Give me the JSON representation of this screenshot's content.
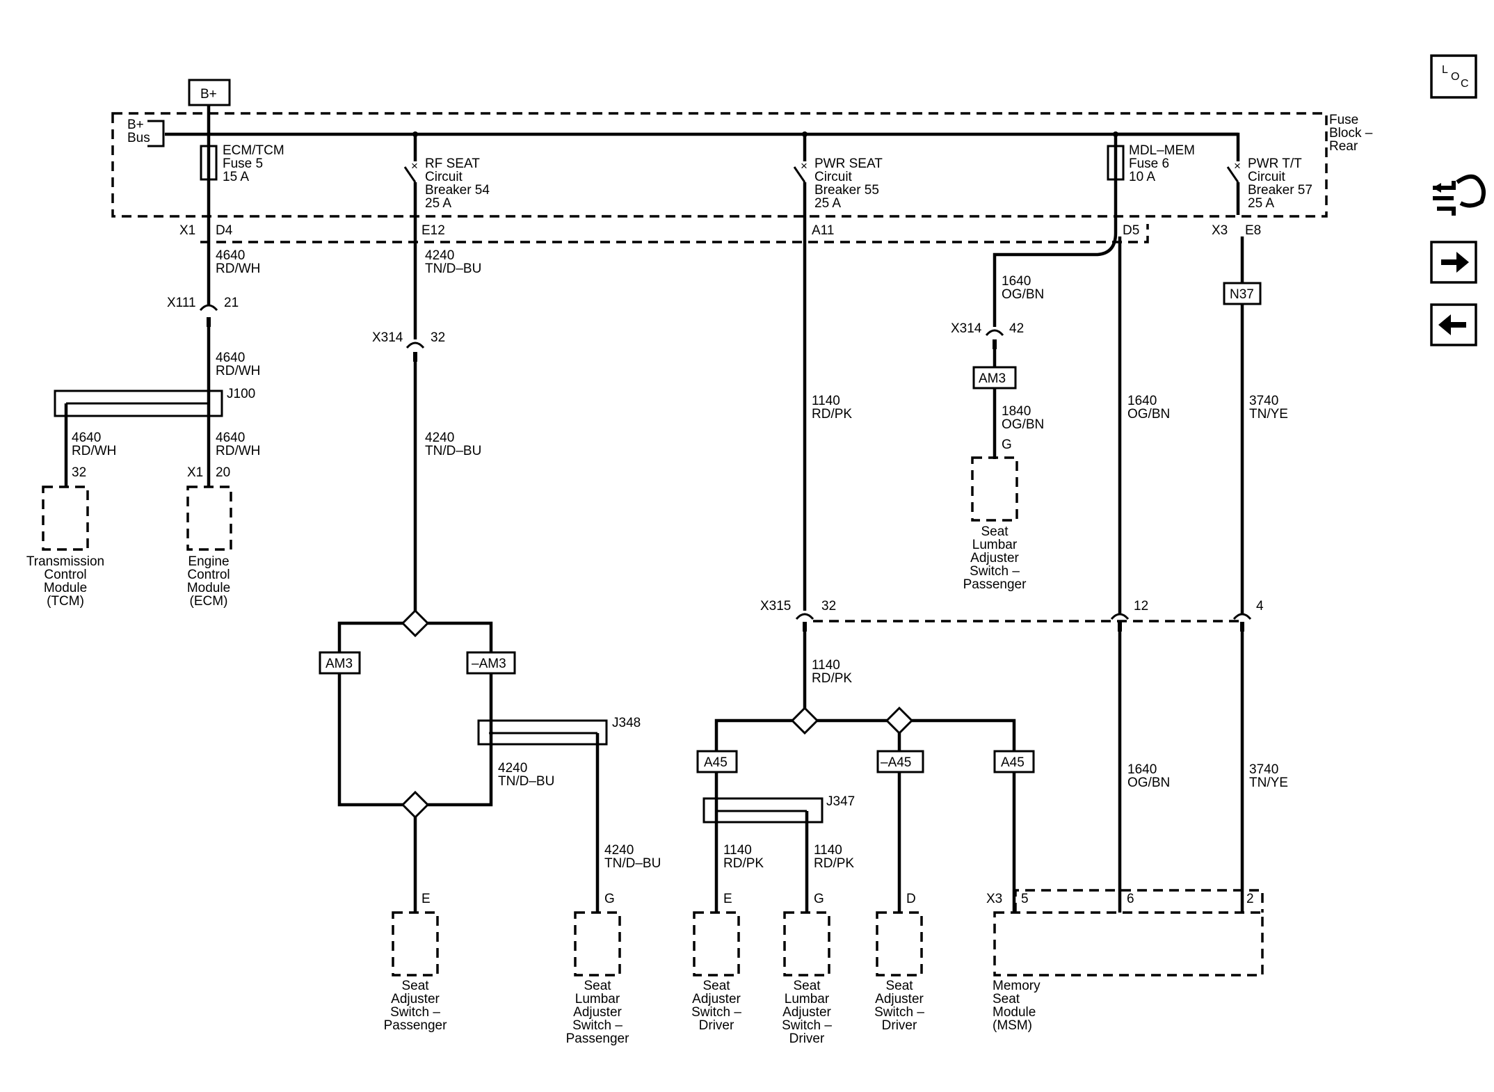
{
  "power": {
    "bplus_label": "B+",
    "bus_label": "B+\nBus"
  },
  "fuse_block": {
    "label": "Fuse\nBlock –\nRear"
  },
  "fuses": [
    {
      "id": "ecm",
      "text": "ECM/TCM\nFuse 5\n15 A"
    },
    {
      "id": "rf",
      "text": "RF SEAT\nCircuit\nBreaker 54\n25 A"
    },
    {
      "id": "pwr",
      "text": "PWR SEAT\nCircuit\nBreaker 55\n25 A"
    },
    {
      "id": "mdl",
      "text": "MDL–MEM\nFuse 6\n10 A"
    },
    {
      "id": "ptt",
      "text": "PWR T/T\nCircuit\nBreaker 57\n25 A"
    }
  ],
  "pins": {
    "x1": "X1",
    "d4": "D4",
    "e12": "E12",
    "a11": "A11",
    "d5": "D5",
    "x3": "X3",
    "e8": "E8",
    "x111": "X111",
    "p21": "21",
    "j100": "J100",
    "x314a": "X314",
    "p32a": "32",
    "x314b": "X314",
    "p42": "42",
    "p32tcm": "32",
    "x1b": "X1",
    "p20": "20",
    "pg_lumbar_pass_top": "G",
    "x315": "X315",
    "p32b": "32",
    "p12": "12",
    "p4": "4",
    "j348": "J348",
    "j347": "J347",
    "pe1": "E",
    "pg1": "G",
    "pe2": "E",
    "pg2": "G",
    "pd": "D",
    "x3b": "X3",
    "p5": "5",
    "p6": "6",
    "p2": "2"
  },
  "wires": {
    "w_d4": "4640\nRD/WH",
    "w_x111": "4640\nRD/WH",
    "w_tcm": "4640\nRD/WH",
    "w_ecm": "4640\nRD/WH",
    "w_e12": "4240\nTN/D–BU",
    "w_rf2": "4240\nTN/D–BU",
    "w_rf3": "4240\nTN/D–BU",
    "w_rf4": "4240\nTN/D–BU",
    "w_d5": "1640\nOG/BN",
    "w_lum": "1840\nOG/BN",
    "w_a11": "1140\nRD/PK",
    "w_a11b": "1140\nRD/PK",
    "w_e_drv": "1140\nRD/PK",
    "w_g_drv": "1140\nRD/PK",
    "w_mdl": "1640\nOG/BN",
    "w_mdl2": "1640\nOG/BN",
    "w_ptt": "3740\nTN/YE",
    "w_ptt2": "3740\nTN/YE"
  },
  "options": {
    "n37": "N37",
    "am3_a": "AM3",
    "am3_b": "AM3",
    "nam3": "–AM3",
    "a45_a": "A45",
    "na45": "–A45",
    "a45_b": "A45"
  },
  "components": [
    {
      "id": "tcm",
      "label": "Transmission\nControl\nModule\n(TCM)"
    },
    {
      "id": "ecm",
      "label": "Engine\nControl\nModule\n(ECM)"
    },
    {
      "id": "lumbar_pass_top",
      "label": "Seat\nLumbar\nAdjuster\nSwitch –\nPassenger"
    },
    {
      "id": "seat_pass",
      "label": "Seat\nAdjuster\nSwitch –\nPassenger"
    },
    {
      "id": "lumbar_pass",
      "label": "Seat\nLumbar\nAdjuster\nSwitch –\nPassenger"
    },
    {
      "id": "seat_drv",
      "label": "Seat\nAdjuster\nSwitch –\nDriver"
    },
    {
      "id": "lumbar_drv",
      "label": "Seat\nLumbar\nAdjuster\nSwitch –\nDriver"
    },
    {
      "id": "seat_drv2",
      "label": "Seat\nAdjuster\nSwitch –\nDriver"
    },
    {
      "id": "msm",
      "label": "Memory\nSeat\nModule\n(MSM)"
    }
  ],
  "nav": {
    "loc": "LOC",
    "icons": [
      "connector-view-icon",
      "arrow-right-icon",
      "arrow-left-icon"
    ]
  }
}
